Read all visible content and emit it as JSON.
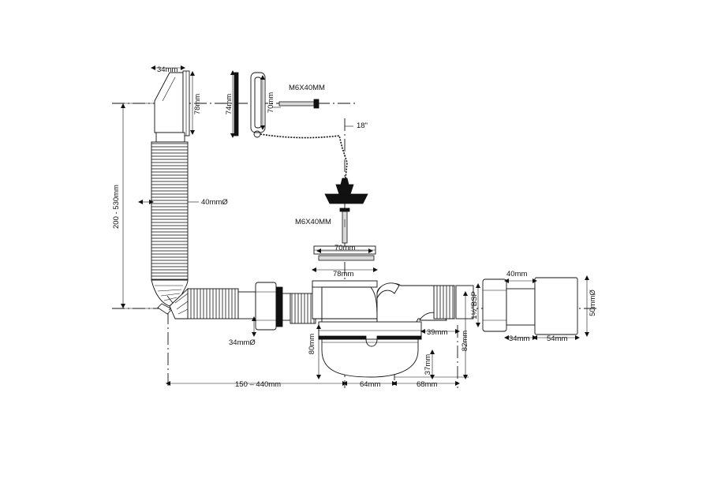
{
  "labels": {
    "dim_34mm_top": "34mm",
    "dim_78mm": "78mm",
    "dim_74mm": "74mm",
    "dim_70mm_vertical": "70mm",
    "screw_top": "M6X40MM",
    "angle_18": "18\"",
    "hose_diameter": "40mmØ",
    "height_range": "200 - 530mm",
    "screw_plug": "M6X40MM",
    "dim_70mm_plug": "70mm",
    "dim_78mm_plug": "78mm",
    "dim_34mm_diameter": "34mmØ",
    "dim_80mm": "80mm",
    "dim_39mm": "39mm",
    "dim_82mm": "82mm",
    "dim_37mm": "37mm",
    "thread_bsp": "1½\"BSP",
    "dim_40mm_adapter": "40mm",
    "dim_50mm_diameter": "50mmØ",
    "dim_34mm_adapter": "34mm",
    "dim_54mm": "54mm",
    "length_range": "150 – 440mm",
    "dim_64mm": "64mm",
    "dim_68mm": "68mm"
  }
}
